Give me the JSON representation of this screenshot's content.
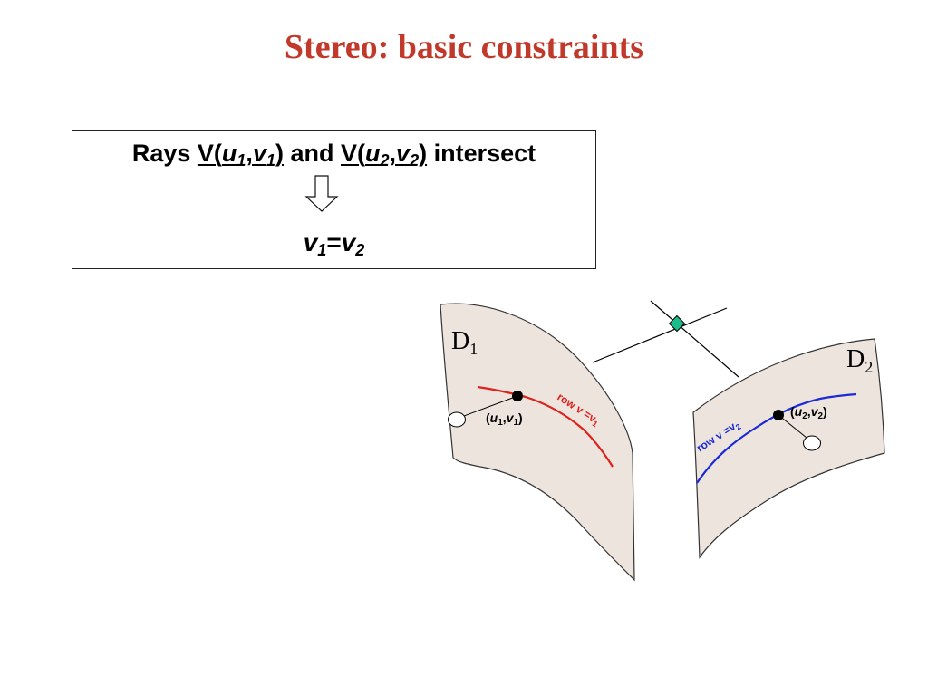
{
  "slide": {
    "title": "Stereo: basic constraints",
    "title_color": "#c0392b"
  },
  "rule": {
    "prefix": "Rays ",
    "ray1": {
      "V": "V(",
      "u": "u",
      "u_sub": "1",
      "comma": ",",
      "v": "v",
      "v_sub": "1",
      "close": ")"
    },
    "middle": " and ",
    "ray2": {
      "V": "V(",
      "u": "u",
      "u_sub": "2",
      "comma": ",",
      "v": "v",
      "v_sub": "2",
      "close": ")"
    },
    "suffix": " intersect",
    "arrow_icon": "hollow-down-arrow-icon",
    "conclusion": {
      "v1": "v",
      "v1_sub": "1",
      "eq": "=",
      "v2": "v",
      "v2_sub": "2"
    }
  },
  "figure": {
    "panel_color": "#eee4de",
    "left_image": {
      "label": "D",
      "label_sub": "1",
      "point_label": {
        "open": "(",
        "u": "u",
        "u_sub": "1",
        "comma": ",",
        "v": "v",
        "v_sub": "1",
        "close": ")"
      },
      "row_label": {
        "text": "row v =v",
        "sub": "1"
      },
      "row_color": "#e0201a"
    },
    "right_image": {
      "label": "D",
      "label_sub": "2",
      "point_label": {
        "open": "(",
        "u": "u",
        "u_sub": "2",
        "comma": ",",
        "v": "v",
        "v_sub": "2",
        "close": ")"
      },
      "row_label": {
        "text": "row v =v",
        "sub": "2"
      },
      "row_color": "#1a2ad8"
    },
    "intersection_color": "#1abc8c"
  }
}
